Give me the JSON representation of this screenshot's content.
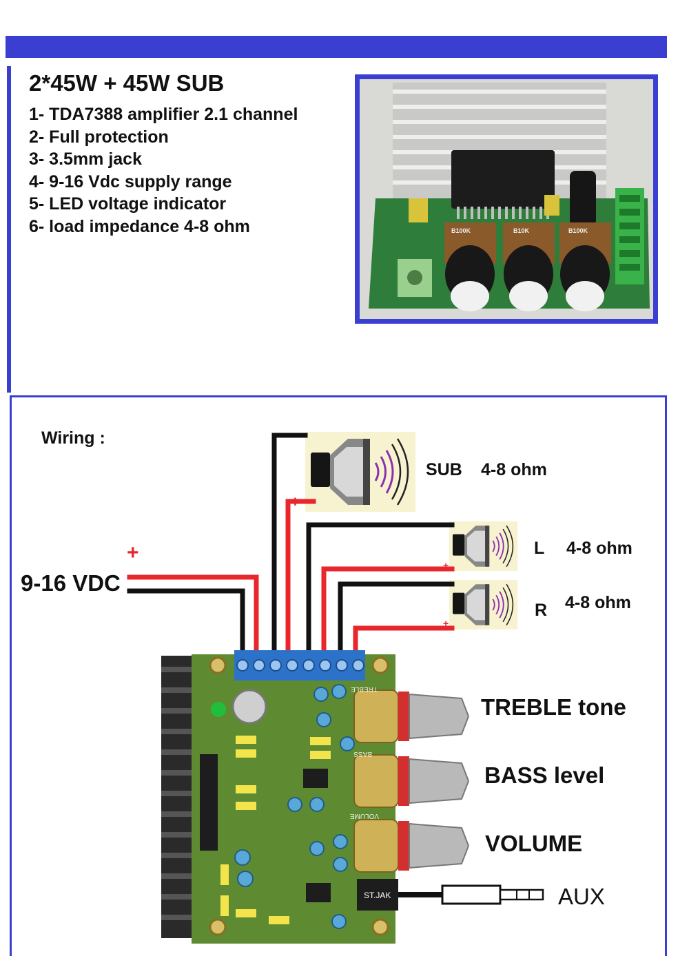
{
  "colors": {
    "accent": "#3a3fd1",
    "wire_red": "#e8262c",
    "wire_black": "#111111",
    "pcb_green": "#5e8a32",
    "terminal_blue": "#2c72c8",
    "heatsink": "#2a2a2a"
  },
  "header": {
    "title": "2*45W + 45W SUB"
  },
  "features": [
    "1- TDA7388 amplifier 2.1 channel",
    "2- Full protection",
    "3- 3.5mm jack",
    "4- 9-16 Vdc supply range",
    "5- LED voltage indicator",
    "6- load impedance 4-8 ohm"
  ],
  "photo": {
    "pot_labels": [
      "B100K",
      "B10K",
      "B100K"
    ]
  },
  "wiring": {
    "heading": "Wiring :",
    "power_label": "9-16 VDC",
    "plus": "+",
    "sub_label": "SUB",
    "sub_ohm": "4-8 ohm",
    "left_label": "L",
    "left_ohm": "4-8 ohm",
    "right_label": "R",
    "right_ohm": "4-8 ohm",
    "treble_label": "TREBLE tone",
    "bass_label": "BASS level",
    "volume_label": "VOLUME",
    "aux_label": "AUX",
    "jack_label": "ST.JAK",
    "silk_treble": "TREBLE",
    "silk_bass": "BASS",
    "silk_volume": "VOLUME"
  }
}
